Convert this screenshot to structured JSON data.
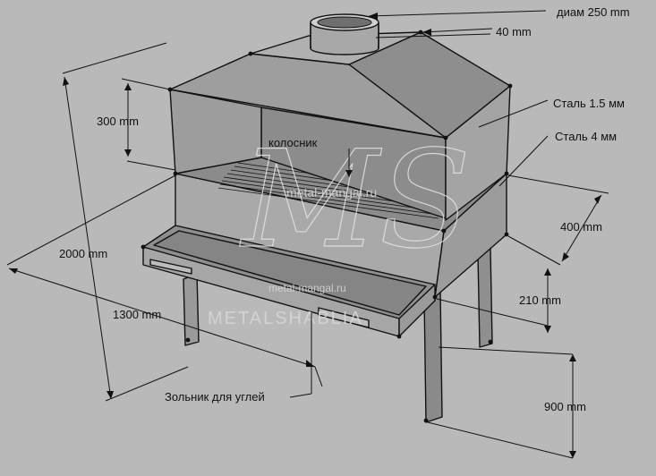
{
  "labels": {
    "diam": "диам 250 mm",
    "flue_height": "40 mm",
    "steel_thin": "Сталь 1.5 мм",
    "steel_thick": "Сталь 4 мм",
    "hood_height": "300 mm",
    "grate": "колосник",
    "firebox_height": "400 mm",
    "total_height": "2000 mm",
    "gap": "210 mm",
    "width": "1300 mm",
    "ash_drawer": "Зольник для углей",
    "leg_height": "900 mm"
  },
  "watermark": {
    "monogram": "MS",
    "site": "metal-mangal.ru",
    "brand": "METALSHABLIA"
  },
  "colors": {
    "background": "#b9b9b9",
    "metal_light": "#a8a8a8",
    "metal_mid": "#999999",
    "metal_dark": "#7f7f7f",
    "interior": "#8a8a8a",
    "outline": "#111111"
  }
}
